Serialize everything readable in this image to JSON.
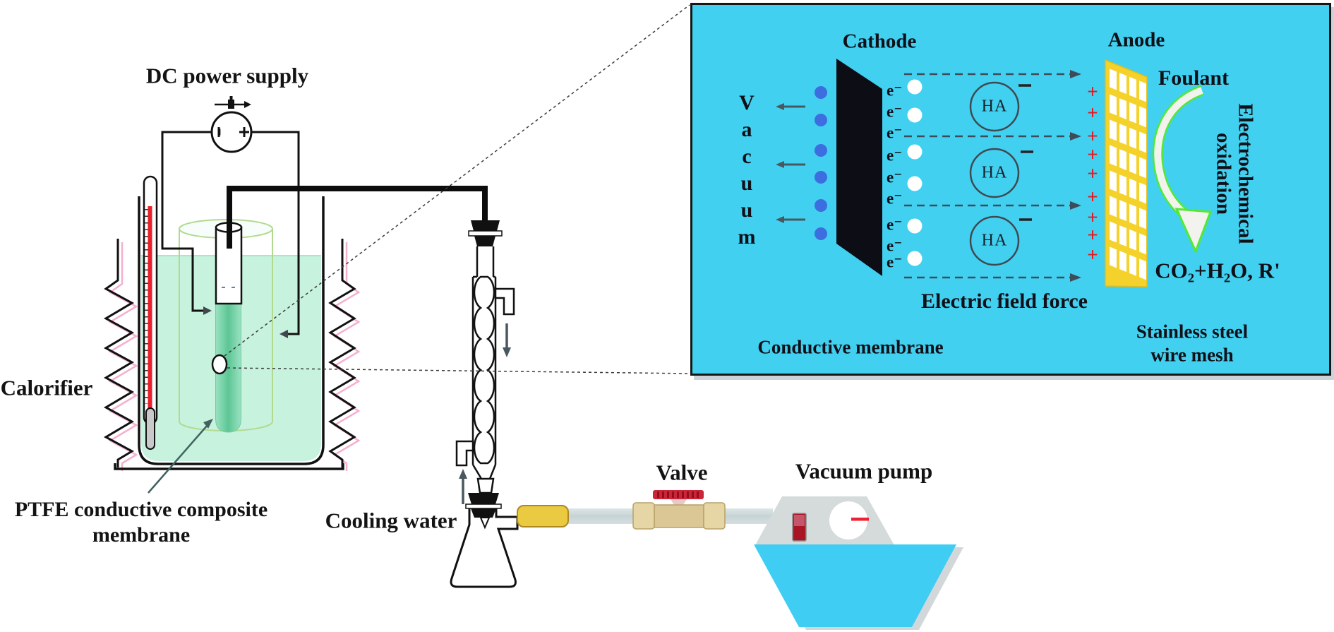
{
  "figure": {
    "description": "Schematic of vacuum membrane distillation setup with electrochemical oxidation inset"
  },
  "main": {
    "dc_power_supply_label": "DC power supply",
    "power_negative": "−",
    "power_positive": "+",
    "calorifier_label": "Calorifier",
    "ptfe_label_line1": "PTFE conductive composite",
    "ptfe_label_line2": "membrane",
    "cooling_water_label": "Cooling water",
    "valve_label": "Valve",
    "vacuum_pump_label": "Vacuum pump"
  },
  "inset": {
    "cathode_label": "Cathode",
    "anode_label": "Anode",
    "vacuum_letters": [
      "V",
      "a",
      "c",
      "u",
      "u",
      "m"
    ],
    "electron_label": "e⁻",
    "ha_label": "HA",
    "minus_label": "−",
    "plus_label": "+",
    "foulant_label": "Foulant",
    "electrochemical_line1": "Electrochemical",
    "electrochemical_line2": "oxidation",
    "products_label": "CO₂+H₂O, R'",
    "electric_field_label": "Electric field force",
    "conductive_membrane_label": "Conductive membrane",
    "stainless_line1": "Stainless steel",
    "stainless_line2": "wire mesh"
  },
  "colors": {
    "inset_bg": "#42d0f0",
    "anode_text_red": "#c81d1d",
    "plus_red": "#e01820",
    "mesh_yellow": "#f4d22b",
    "cathode_black": "#0d0d16",
    "electron_dot_blue": "#3d6ee0",
    "liquid_green": "#c7f2de",
    "membrane_green": "#5cc694",
    "pump_basin_cyan": "#3fcdf3",
    "valve_tan": "#dbc795",
    "handle_red": "#cc2538",
    "thermometer_red": "#e8202c",
    "coil_pink": "#f5b0cf",
    "arrow_gray": "#49585f"
  }
}
